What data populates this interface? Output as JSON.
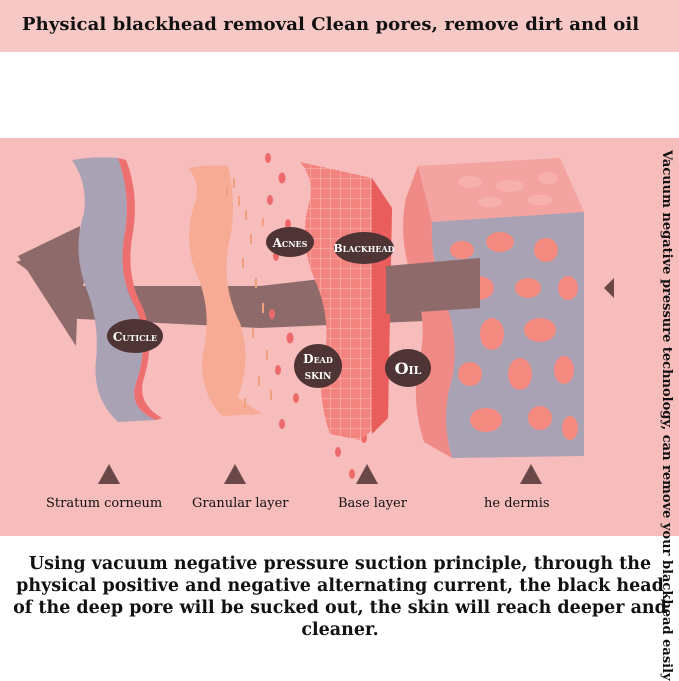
{
  "banner": {
    "title": "Physical blackhead removal  Clean pores, remove dirt and oil"
  },
  "side_note": "Vacuum negative pressure technology, can remove your blackhead easily",
  "layers": [
    {
      "name": "Stratum corneum"
    },
    {
      "name": "Granular layer"
    },
    {
      "name": "Base layer"
    },
    {
      "name": "he dermis"
    }
  ],
  "particles": {
    "cuticle": "Cuticle",
    "acnes": "Acnes",
    "blackhead": "Blackhead",
    "dead_skin_line1": "Dead",
    "dead_skin_line2": "skin",
    "oil": "Oil"
  },
  "footer": {
    "description": "Using vacuum negative pressure suction principle, through the physical positive and negative alternating current, the black head of the deep pore will be sucked out, the skin will reach deeper and cleaner."
  },
  "colors": {
    "banner_bg": "#f6c9c6",
    "panel_bg": "#f7bcbc",
    "arrow": "#8e6a6a",
    "bubble": "#4e3434",
    "layer_gray": "#a9a1b4",
    "layer_red": "#ee6f6f"
  }
}
